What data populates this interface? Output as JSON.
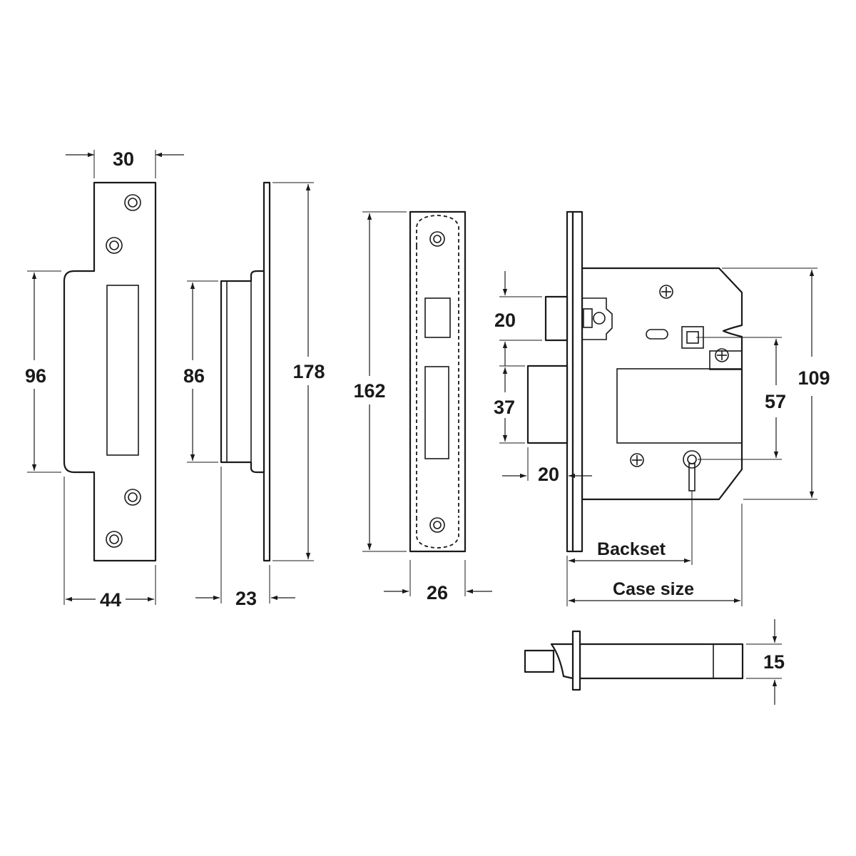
{
  "colors": {
    "line": "#1a1a1a",
    "background": "#ffffff"
  },
  "dimensions": {
    "strike_width_top": "30",
    "strike_height": "96",
    "strike_width_bottom": "44",
    "strike_side_height": "86",
    "strike_side_total": "178",
    "strike_side_depth": "23",
    "forend_height": "162",
    "forend_width": "26",
    "latch_height": "20",
    "bolt_height": "37",
    "bolt_throw": "20",
    "centres": "57",
    "case_height": "109",
    "backset_label": "Backset",
    "case_size_label": "Case size",
    "bolt_thickness": "15"
  }
}
